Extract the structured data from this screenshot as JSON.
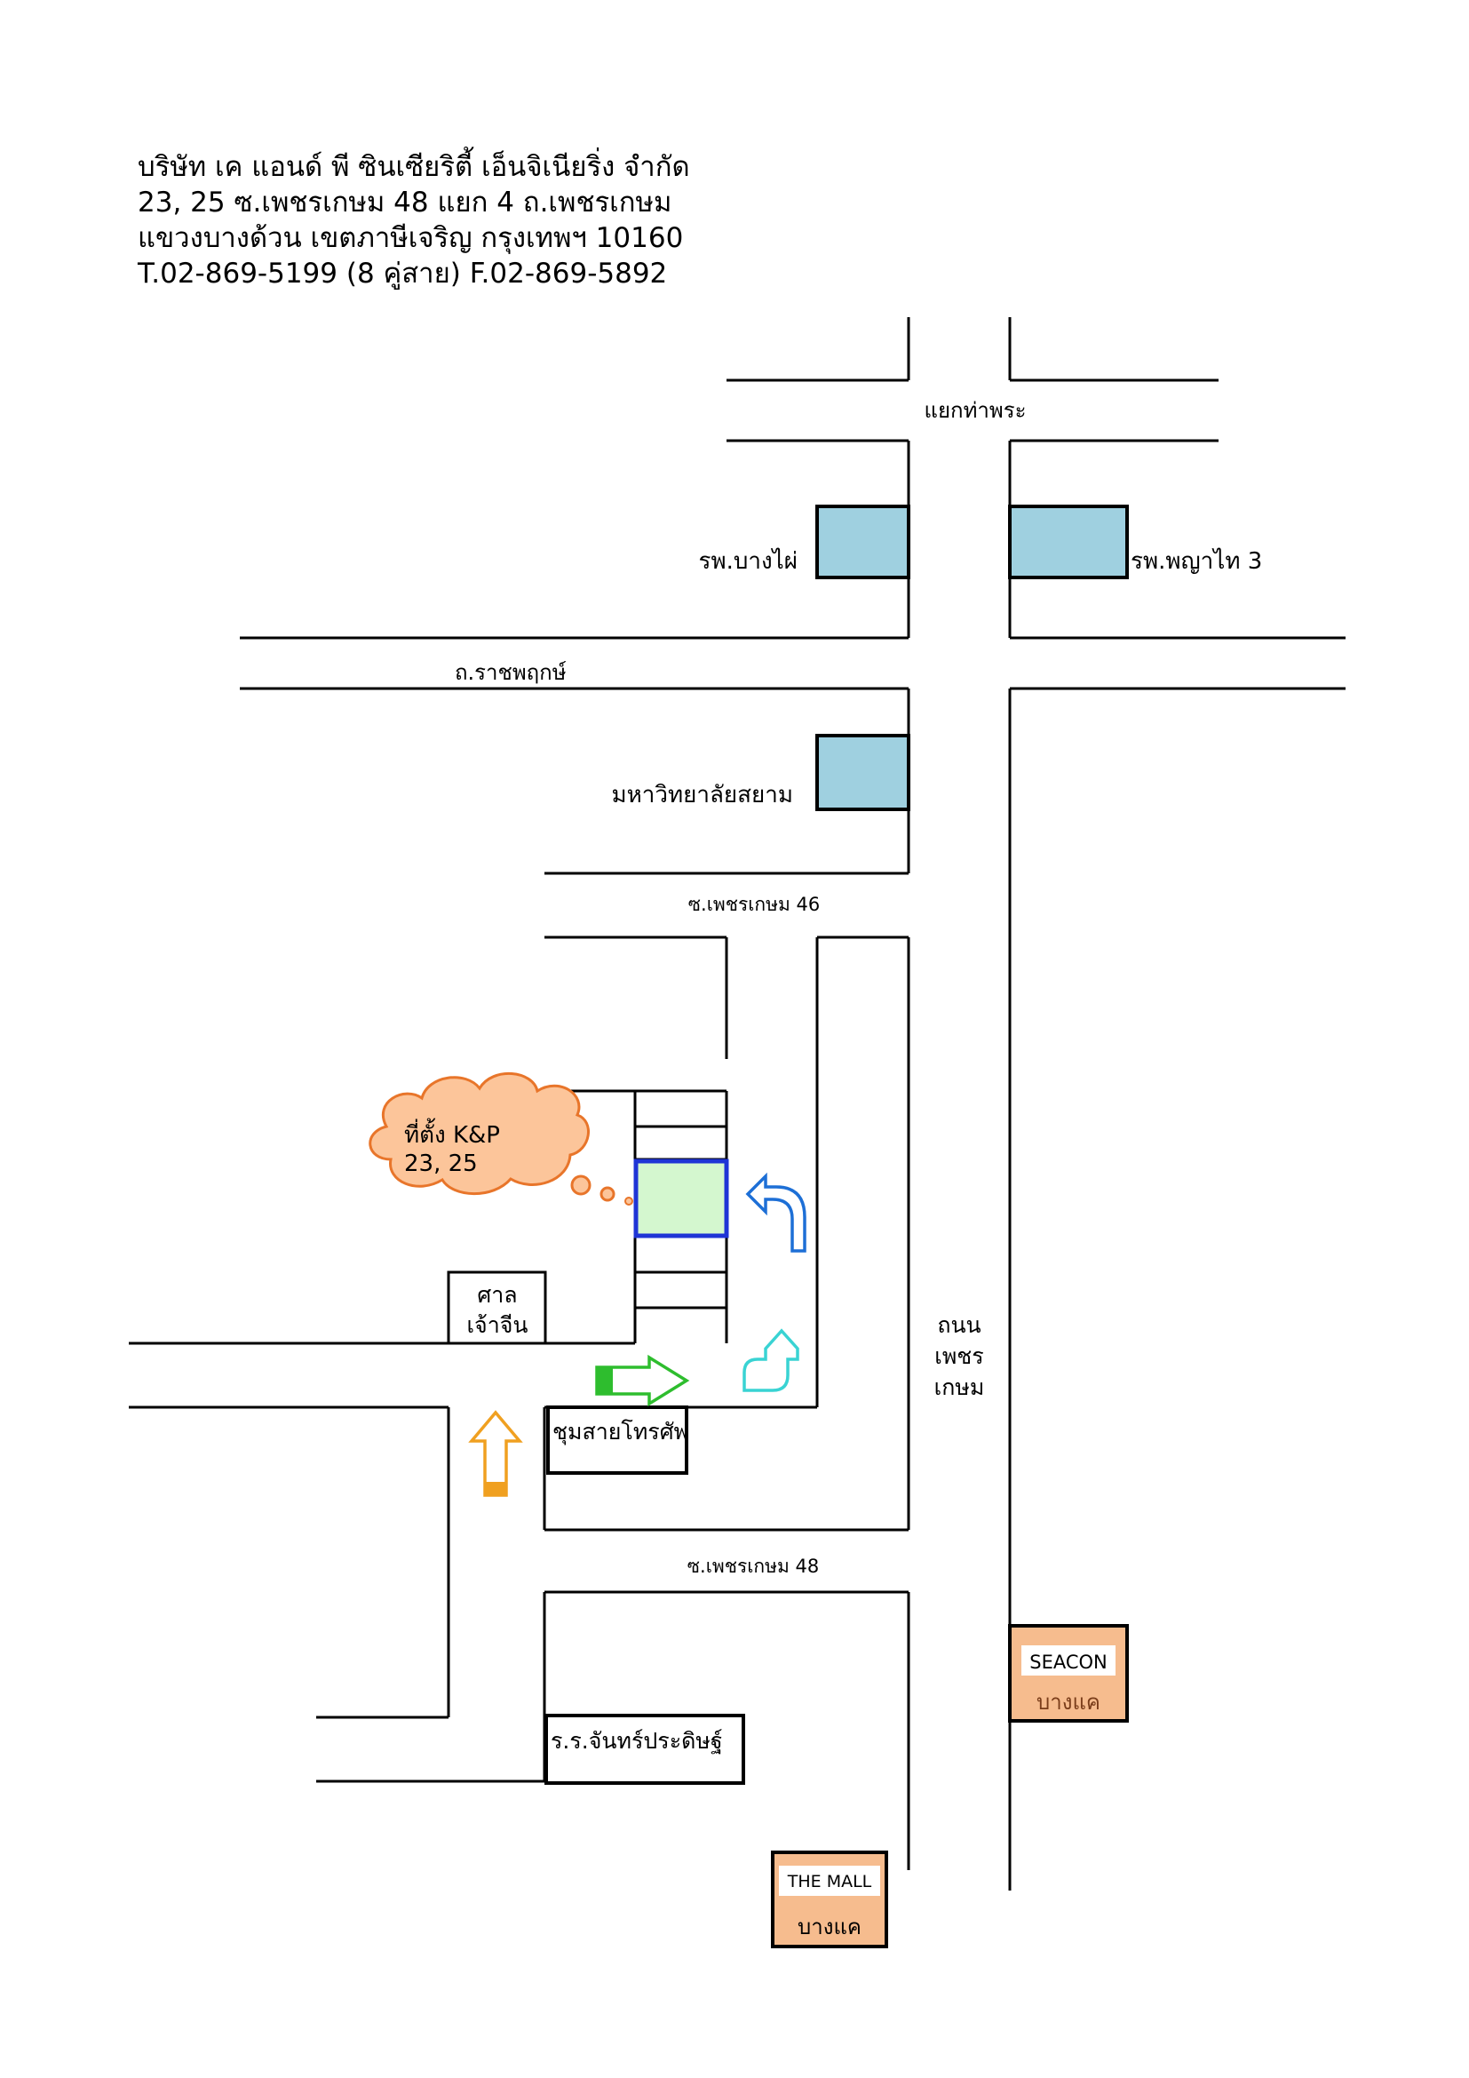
{
  "company": {
    "name": "บริษัท เค แอนด์ พี ซินเซียริตี้ เอ็นจิเนียริ่ง จำกัด",
    "address_line1": "23, 25  ซ.เพชรเกษม 48 แยก 4  ถ.เพชรเกษม",
    "address_line2": "แขวงบางด้วน  เขตภาษีเจริญ  กรุงเทพฯ  10160",
    "contact": "T.02-869-5199 (8 คู่สาย)  F.02-869-5892"
  },
  "labels": {
    "intersection": "แยกท่าพระ",
    "hospital_left": "รพ.บางไผ่",
    "hospital_right": "รพ.พญาไท 3",
    "road_ratchaphruek": "ถ.ราชพฤกษ์",
    "university": "มหาวิทยาลัยสยาม",
    "soi_46": "ซ.เพชรเกษม 46",
    "soi_48": "ซ.เพชรเกษม 48",
    "location_line1": "ที่ตั้ง K&P",
    "location_line2": "23, 25",
    "shrine_line1": "ศาล",
    "shrine_line2": "เจ้าจีน",
    "exchange": "ชุมสายโทรศัพ",
    "road_main_line1": "ถนน",
    "road_main_line2": "เพชร",
    "road_main_line3": "เกษม",
    "school": "ร.ร.จันทร์ประดิษฐ์",
    "seacon_brand": "SEACON",
    "seacon_branch": "บางแค",
    "mall_brand": "THE MALL",
    "mall_branch": "บางแค"
  },
  "colors": {
    "building_blue": "#9fd0e0",
    "kp_fill": "#d4f7cf",
    "kp_border": "#1f35d6",
    "cloud": "#fcc59a",
    "cloud_stroke": "#e8752a",
    "mall_fill": "#f6bc8e",
    "arrow_orange": "#f0a020",
    "arrow_green": "#2ebd2e",
    "arrow_cyan": "#39d3d3",
    "arrow_blue": "#1d6fd6"
  }
}
